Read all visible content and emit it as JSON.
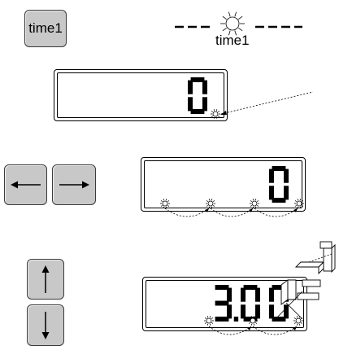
{
  "time_key": {
    "label": "time1",
    "icon": "key-button"
  },
  "time_indicator": {
    "label": "time1",
    "icon": "sun-indicator-icon"
  },
  "panel1": {
    "digits": "0"
  },
  "panel2": {
    "digits": "0"
  },
  "panel3": {
    "digits": "3.00"
  },
  "arrow_keys": {
    "left": "left-arrow-icon",
    "right": "right-arrow-icon",
    "up": "up-arrow-icon",
    "down": "down-arrow-icon"
  }
}
